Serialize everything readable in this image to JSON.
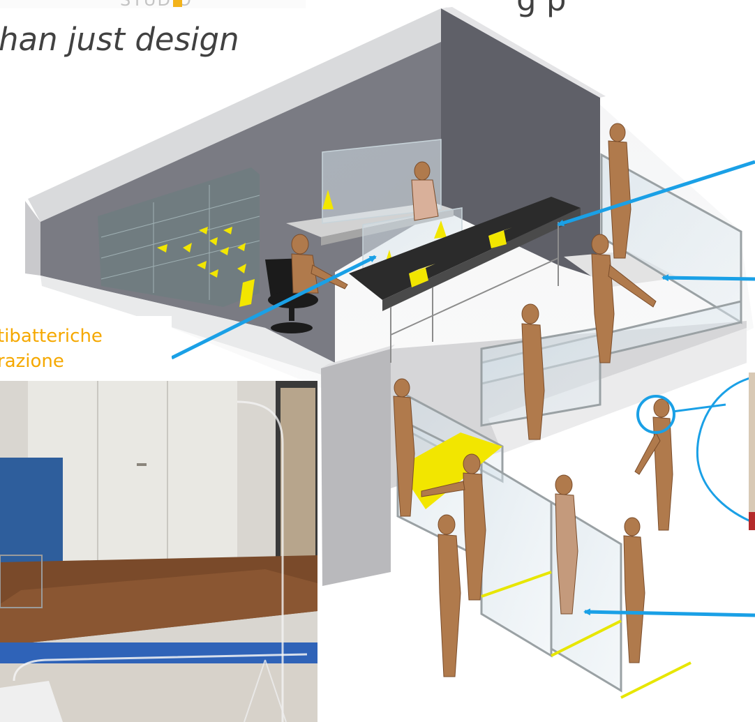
{
  "slide": {
    "tagline": "han just design",
    "header_fragment": "g  p",
    "logo_fragment": "STUDIO",
    "callout_label_lines": [
      "tibatteriche",
      "razione"
    ]
  },
  "colors": {
    "callout_arrow": "#1aa0e6",
    "label_text": "#f5a800",
    "logo_accent": "#f3b31b",
    "tagline_text": "#414141",
    "figure_bronze": "#b07a4c",
    "conveyor_belt": "#2b2b2b",
    "boxes": "#f2e600"
  }
}
